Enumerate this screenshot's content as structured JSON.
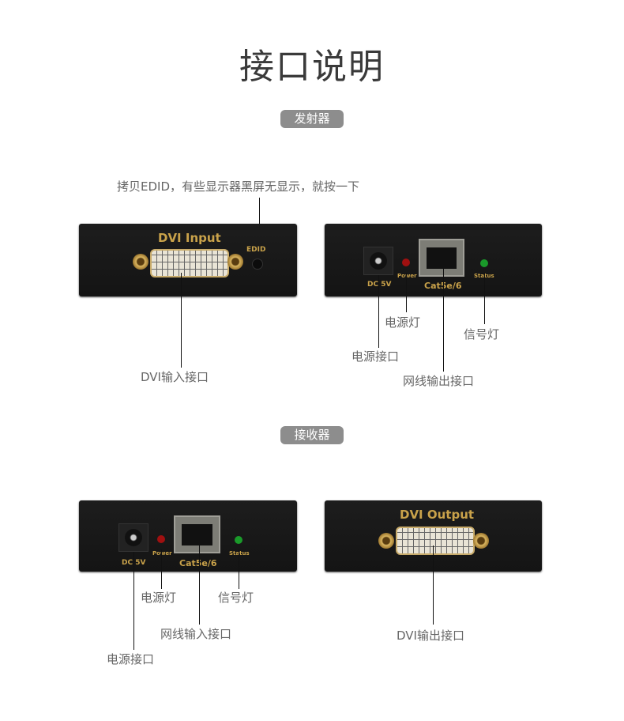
{
  "title": "接口说明",
  "transmitter": {
    "badge": "发射器",
    "edid_note": "拷贝EDID，有些显示器黑屏无显示，就按一下",
    "front": {
      "label": "DVI Input",
      "edid": "EDID",
      "dvi_callout": "DVI输入接口"
    },
    "rear": {
      "dc": "DC 5V",
      "power": "Power",
      "cat": "Cat5e/6",
      "status": "Status",
      "callouts": {
        "power_port": "电源接口",
        "power_led": "电源灯",
        "net": "网线输出接口",
        "signal_led": "信号灯"
      }
    }
  },
  "receiver": {
    "badge": "接收器",
    "rear": {
      "dc": "DC 5V",
      "power": "Power",
      "cat": "Cat5e/6",
      "status": "Status",
      "callouts": {
        "power_port": "电源接口",
        "power_led": "电源灯",
        "net": "网线输入接口",
        "signal_led": "信号灯"
      }
    },
    "front": {
      "label": "DVI Output",
      "dvi_callout": "DVI输出接口"
    }
  },
  "colors": {
    "power_led": "#a01010",
    "status_led": "#1a9a2a",
    "label_gold": "#c9a24a"
  }
}
